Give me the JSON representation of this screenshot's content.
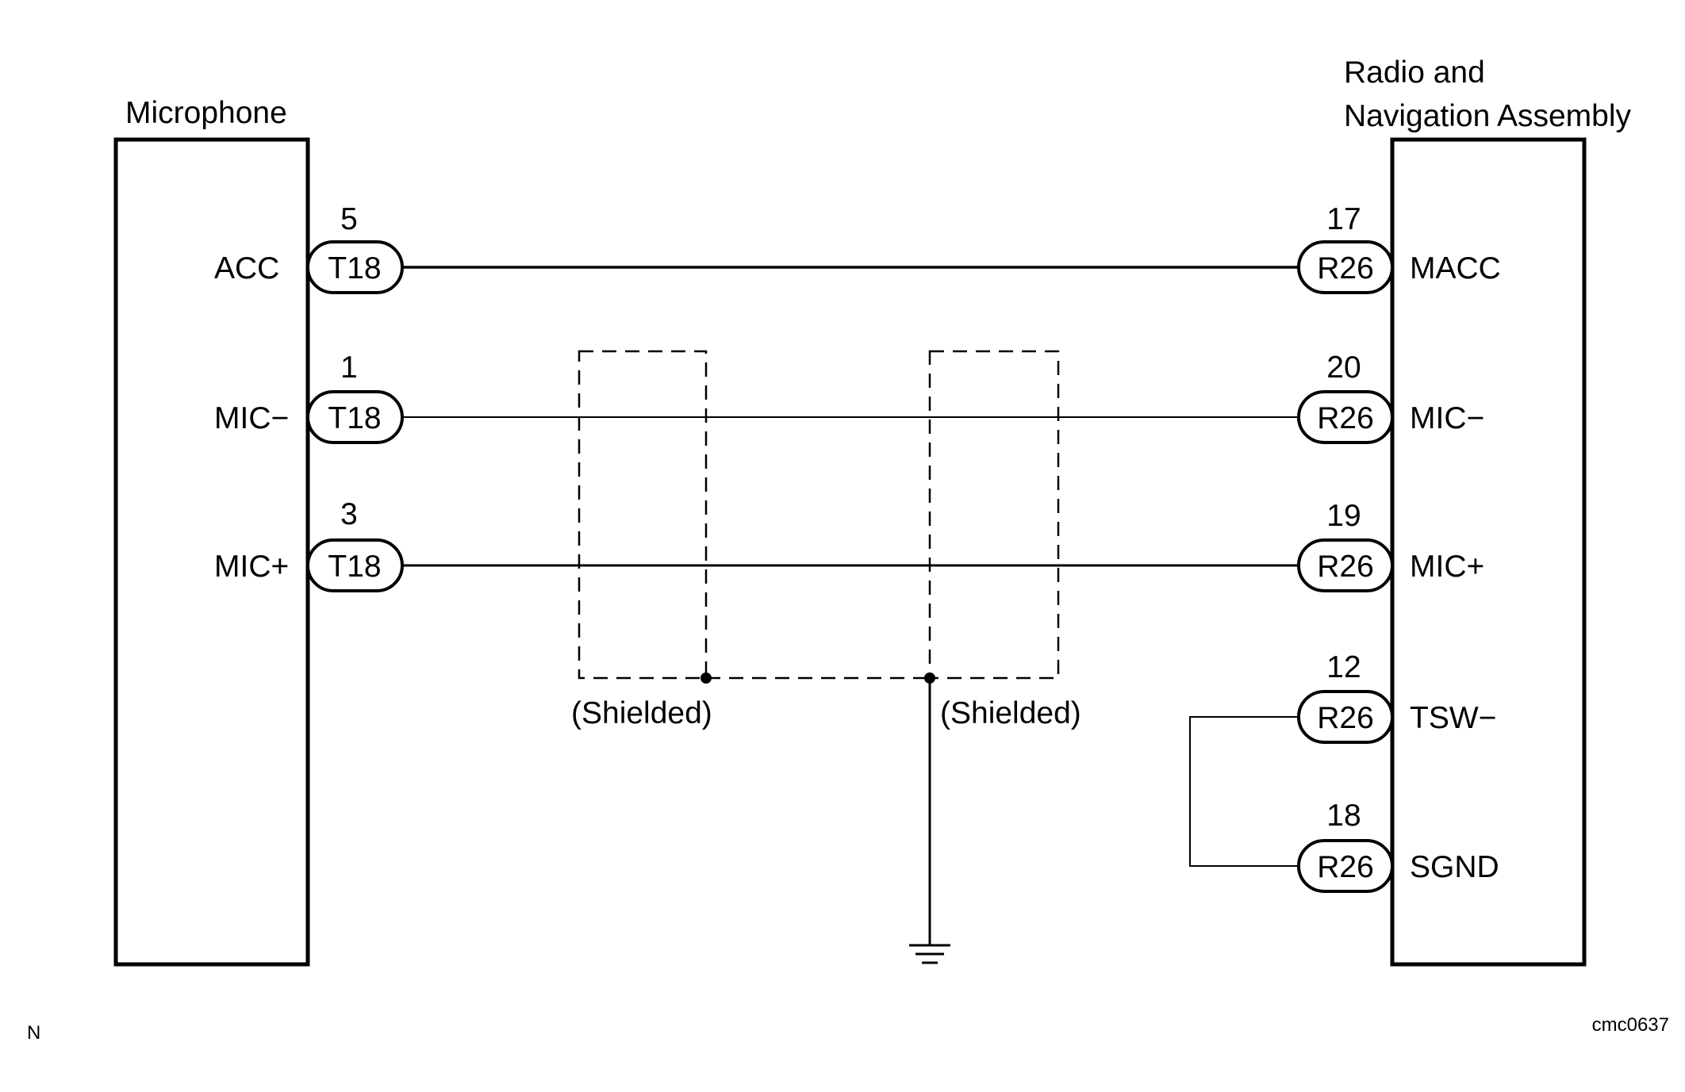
{
  "microphone": {
    "title": "Microphone",
    "connector": "T18",
    "pins": [
      {
        "signal": "ACC",
        "pin": "5"
      },
      {
        "signal": "MIC−",
        "pin": "1"
      },
      {
        "signal": "MIC+",
        "pin": "3"
      }
    ]
  },
  "radio": {
    "title_line1": "Radio and",
    "title_line2": "Navigation Assembly",
    "connector": "R26",
    "pins": [
      {
        "signal": "MACC",
        "pin": "17"
      },
      {
        "signal": "MIC−",
        "pin": "20"
      },
      {
        "signal": "MIC+",
        "pin": "19"
      },
      {
        "signal": "TSW−",
        "pin": "12"
      },
      {
        "signal": "SGND",
        "pin": "18"
      }
    ]
  },
  "shield_labels": [
    "(Shielded)",
    "(Shielded)"
  ],
  "corner_left": "N",
  "figure_code": "cmc0637"
}
